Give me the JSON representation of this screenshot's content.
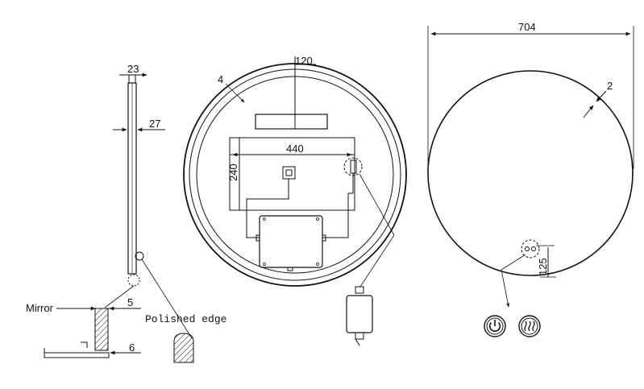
{
  "side_view": {
    "dim_top": "23",
    "dim_thickness": "27",
    "dim_mirror_offset": "5",
    "dim_base": "6",
    "label_mirror": "Mirror",
    "label_edge": "Polished edge"
  },
  "back_view": {
    "dim_bracket": "120",
    "part_number": "4",
    "dim_width": "440",
    "dim_height": "240"
  },
  "front_view": {
    "dim_diameter": "704",
    "dim_border": "2",
    "dim_switch_offset": "125"
  },
  "icons": [
    "power-button-icon",
    "defog-heat-icon"
  ]
}
